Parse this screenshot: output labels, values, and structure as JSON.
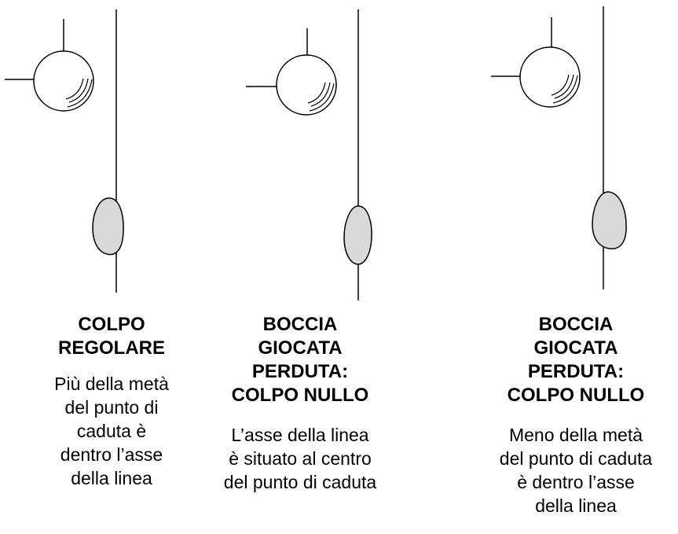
{
  "panels": [
    {
      "title": "COLPO\nREGOLARE",
      "description": "Più della metà\ndel punto di\ncaduta è\ndentro l’asse\ndella linea"
    },
    {
      "title": "BOCCIA\nGIOCATA\nPERDUTA:\nCOLPO NULLO",
      "description": "L’asse della linea\nè situato al centro\ndel punto di caduta"
    },
    {
      "title": "BOCCIA\nGIOCATA\nPERDUTA:\nCOLPO NULLO",
      "description": "Meno della metà\ndel punto di caduta\nè dentro l’asse\ndella linea"
    }
  ],
  "colors": {
    "stroke": "#000000",
    "impact_fill": "#d9d9d9",
    "background": "#ffffff"
  }
}
